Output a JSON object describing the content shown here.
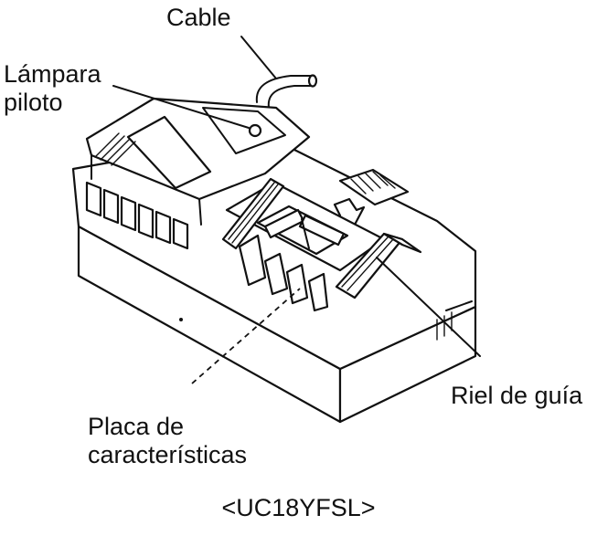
{
  "labels": {
    "cable": "Cable",
    "pilot_lamp_line1": "Lámpara",
    "pilot_lamp_line2": "piloto",
    "guide_rail": "Riel de guía",
    "nameplate_line1": "Placa de",
    "nameplate_line2": "características"
  },
  "caption": "<UC18YFSL>"
}
